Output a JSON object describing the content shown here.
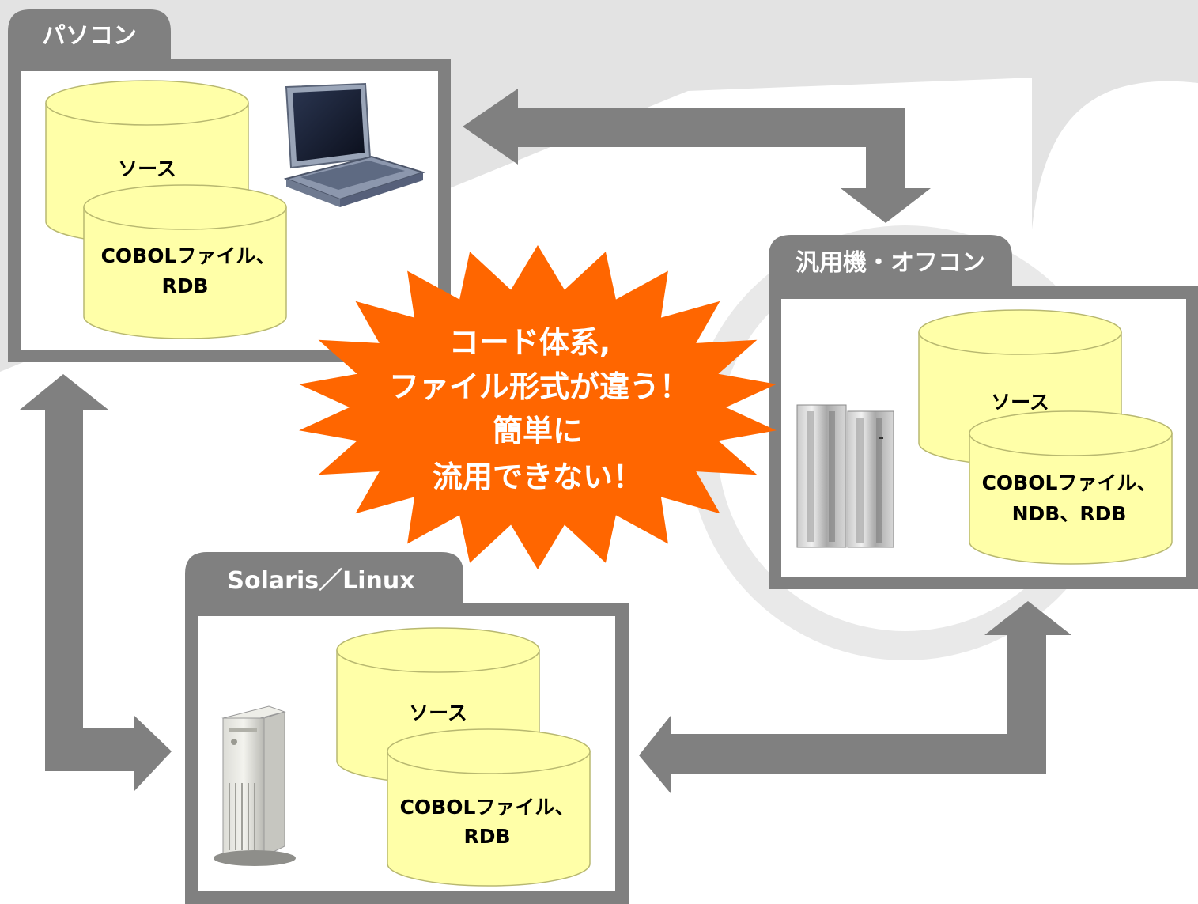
{
  "colors": {
    "frame_gray": "#808080",
    "panel_white": "#ffffff",
    "arrow_gray": "#808080",
    "db_fill": "#ffffa8",
    "db_stroke": "#b8b870",
    "burst_orange": "#ff6600",
    "background_gray": "#e3e3e3"
  },
  "systems": {
    "pc": {
      "title": "パソコン",
      "icon": "laptop-icon",
      "db_top": [
        "ソース"
      ],
      "db_bottom": [
        "COBOLファイル、",
        "RDB"
      ]
    },
    "mainframe": {
      "title": "汎用機・オフコン",
      "icon": "mainframe-server-icon",
      "db_top": [
        "ソース"
      ],
      "db_bottom": [
        "COBOLファイル、",
        "NDB、RDB"
      ]
    },
    "unix": {
      "title": "Solaris／Linux",
      "icon": "tower-server-icon",
      "db_top": [
        "ソース"
      ],
      "db_bottom": [
        "COBOLファイル、",
        "RDB"
      ]
    }
  },
  "callout": {
    "lines": [
      "コード体系,",
      "ファイル形式が違う！",
      "簡単に",
      "流用できない！"
    ]
  },
  "arrows": [
    {
      "from": "pc",
      "to": "mainframe",
      "direction": "bidirectional"
    },
    {
      "from": "pc",
      "to": "unix",
      "direction": "bidirectional"
    },
    {
      "from": "unix",
      "to": "mainframe",
      "direction": "bidirectional"
    }
  ]
}
